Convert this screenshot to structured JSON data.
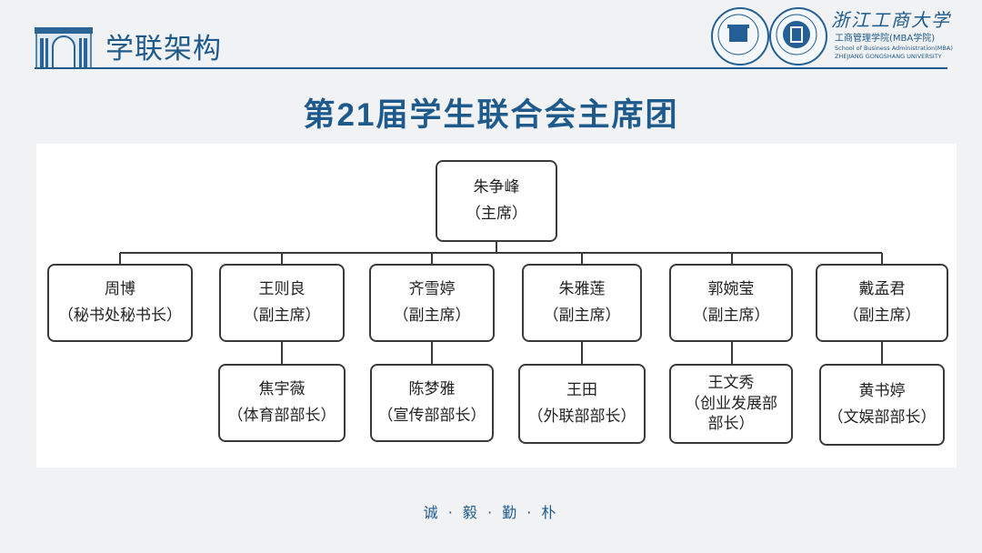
{
  "header": {
    "section_title": "学联架构",
    "university_cn": "浙江工商大学",
    "school_cn": "工商管理学院(MBA学院)",
    "school_en": "School of Business Administration(MBA)",
    "university_en": "ZHEJIANG GONGSHANG UNIVERSITY"
  },
  "title": "第21届学生联合会主席团",
  "org": {
    "president": {
      "name": "朱争峰",
      "role": "（主席）"
    },
    "secretary": {
      "name": "周博",
      "role": "（秘书处秘书长）"
    },
    "vice_presidents": [
      {
        "name": "王则良",
        "role": "（副主席）"
      },
      {
        "name": "齐雪婷",
        "role": "（副主席）"
      },
      {
        "name": "朱雅莲",
        "role": "（副主席）"
      },
      {
        "name": "郭婉莹",
        "role": "（副主席）"
      },
      {
        "name": "戴孟君",
        "role": "（副主席）"
      }
    ],
    "ministers": [
      {
        "name": "焦宇薇",
        "role": "（体育部部长）"
      },
      {
        "name": "陈梦雅",
        "role": "（宣传部部长）"
      },
      {
        "name": "王田",
        "role": "（外联部部长）"
      },
      {
        "name": "王文秀",
        "role": "（创业发展部部长）"
      },
      {
        "name": "黄书婷",
        "role": "（文娱部部长）"
      }
    ]
  },
  "footer": {
    "motto": "诚 · 毅 · 勤 · 朴"
  },
  "colors": {
    "brand": "#1e5a8c",
    "box_border": "#3a3a3a",
    "background": "#f1f2f4"
  }
}
